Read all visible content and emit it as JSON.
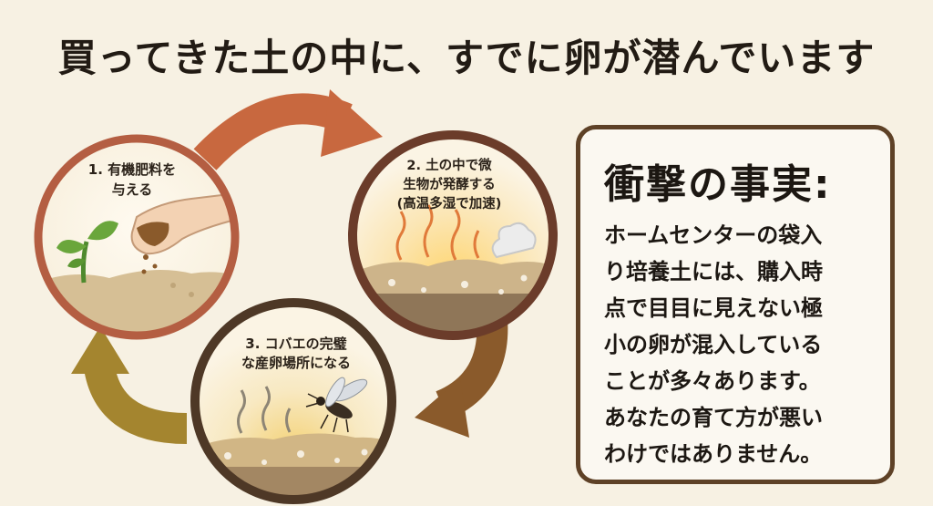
{
  "header": {
    "title": "買ってきた土の中に、すでに卵が潜んでいます"
  },
  "cycle": {
    "steps": [
      {
        "number": "1.",
        "label": "有機肥料を\n与える"
      },
      {
        "number": "2.",
        "label": "土の中で微\n生物が発酵する\n(高温多湿で加速)"
      },
      {
        "number": "3.",
        "label": "コバエの完璧\nな産卵場所になる"
      }
    ]
  },
  "fact": {
    "heading": "衝撃の事実:",
    "body": "ホームセンターの袋入\nり培養土には、購入時\n点で目目に見えない極\n小の卵が混入している\nことが多々あります。\nあなたの育て方が悪い\nわけではありません。"
  },
  "colors": {
    "background": "#f7f1e3",
    "arrow1": "#c8683f",
    "arrow2": "#8a5a2b",
    "arrow3": "#a4852f",
    "ring1": "#b45e42",
    "ring2": "#6b3c2a",
    "ring3": "#4e3826",
    "box_border": "#5e4126"
  },
  "icons": [
    "seedling-icon",
    "hand-pouring-fertilizer-icon",
    "steam-icon",
    "gnat-icon"
  ]
}
